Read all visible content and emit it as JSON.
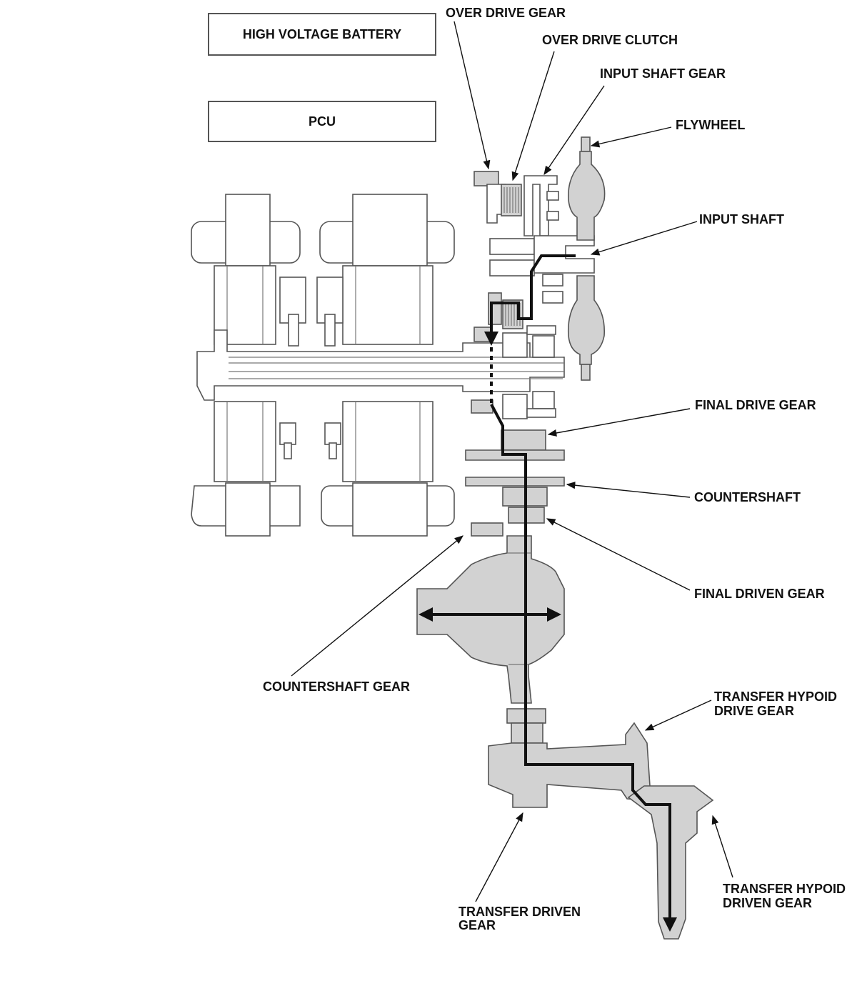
{
  "blocks": {
    "battery": "HIGH VOLTAGE BATTERY",
    "pcu": "PCU"
  },
  "labels": {
    "over_drive_gear": "OVER DRIVE GEAR",
    "over_drive_clutch": "OVER DRIVE CLUTCH",
    "input_shaft_gear": "INPUT SHAFT GEAR",
    "flywheel": "FLYWHEEL",
    "input_shaft": "INPUT SHAFT",
    "final_drive_gear": "FINAL DRIVE GEAR",
    "countershaft": "COUNTERSHAFT",
    "final_driven_gear": "FINAL DRIVEN GEAR",
    "countershaft_gear": "COUNTERSHAFT GEAR",
    "transfer_hypoid_drive_gear": [
      "TRANSFER HYPOID",
      "DRIVE GEAR"
    ],
    "transfer_hypoid_driven_gear": [
      "TRANSFER HYPOID",
      "DRIVEN GEAR"
    ],
    "transfer_driven_gear": [
      "TRANSFER DRIVEN",
      "GEAR"
    ]
  }
}
